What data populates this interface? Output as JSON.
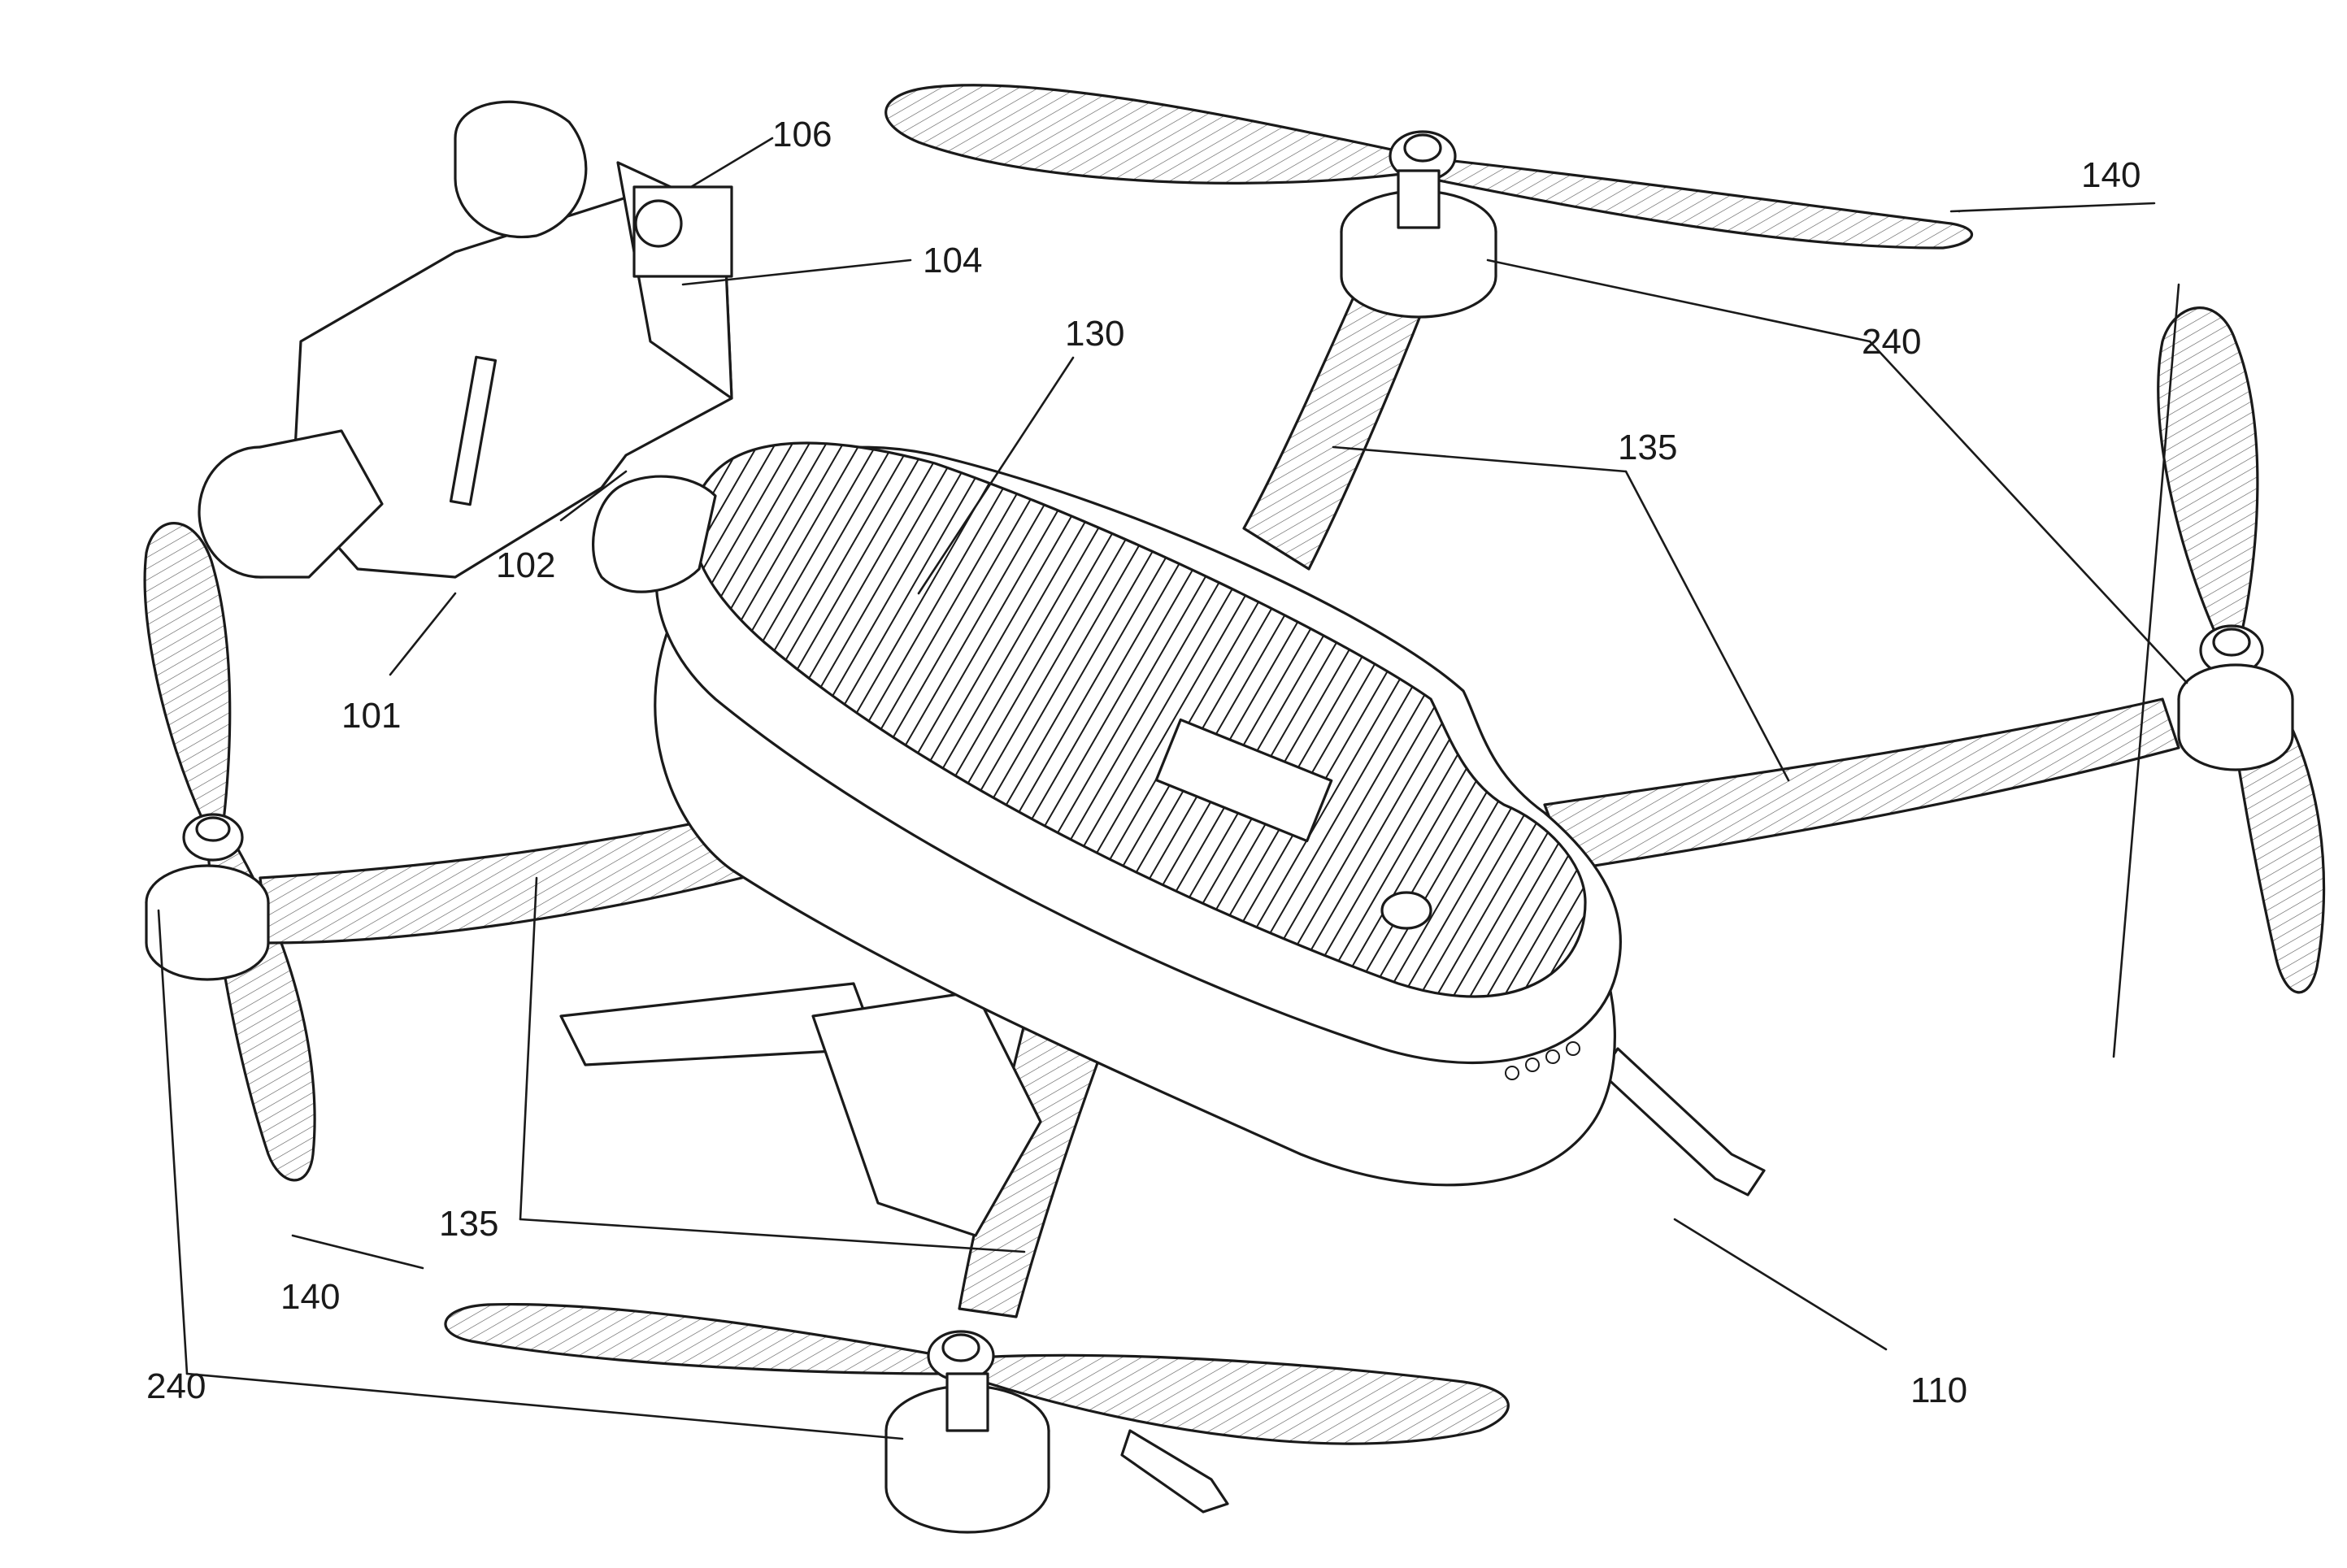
{
  "figure": {
    "reference_numerals": {
      "gimbal_camera_assembly": "101",
      "gimbal_mount": "102",
      "gimbal_housing": "104",
      "camera": "106",
      "aerial_vehicle": "110",
      "housing_top_panel": "130",
      "arm_right": "135",
      "arms_left": "135",
      "propeller_top_right": "140",
      "propeller_bottom_left": "140",
      "motor_top_right": "240",
      "motor_bottom_left": "240"
    }
  }
}
